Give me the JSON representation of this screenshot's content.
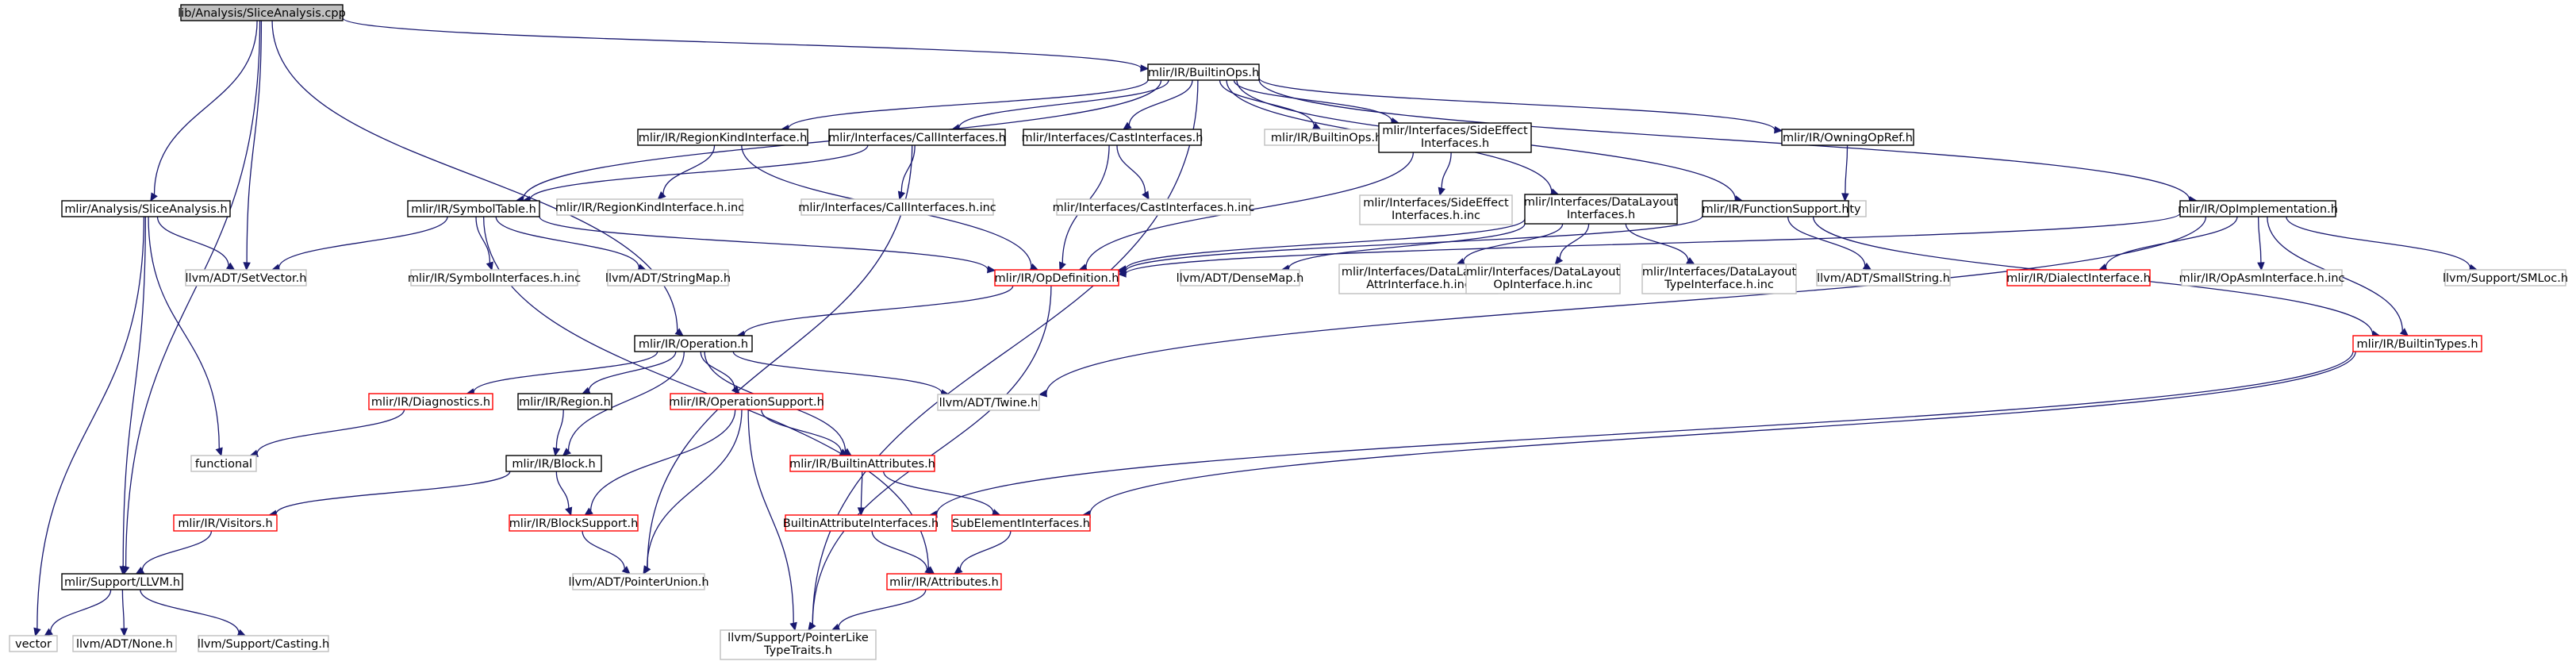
{
  "colors": {
    "edge": "#191970",
    "background": "#ffffff",
    "root_fill": "#bfbfbf",
    "documented_border": "#000000",
    "external_border": "#bfbfbf",
    "incomplete_border": "#ff0000",
    "text": "#000000"
  },
  "graph": {
    "nodes": [
      {
        "id": "root",
        "label": "lib/Analysis/SliceAnalysis.cpp",
        "kind": "root"
      },
      {
        "id": "builtinops",
        "label": "mlir/IR/BuiltinOps.h",
        "kind": "documented"
      },
      {
        "id": "slice_h",
        "label": "mlir/Analysis/SliceAnalysis.h",
        "kind": "documented"
      },
      {
        "id": "regionkind",
        "label": "mlir/IR/RegionKindInterface.h",
        "kind": "documented"
      },
      {
        "id": "callif",
        "label": "mlir/Interfaces/CallInterfaces.h",
        "kind": "documented"
      },
      {
        "id": "castif",
        "label": "mlir/Interfaces/CastInterfaces.h",
        "kind": "documented"
      },
      {
        "id": "builtinops_inc",
        "label": "mlir/IR/BuiltinOps.h.inc",
        "kind": "external"
      },
      {
        "id": "sideeffect",
        "label": "mlir/Interfaces/SideEffect",
        "label2": "Interfaces.h",
        "kind": "documented"
      },
      {
        "id": "owningopref",
        "label": "mlir/IR/OwningOpRef.h",
        "kind": "documented"
      },
      {
        "id": "regionkind_inc",
        "label": "mlir/IR/RegionKindInterface.h.inc",
        "kind": "external"
      },
      {
        "id": "callif_inc",
        "label": "mlir/Interfaces/CallInterfaces.h.inc",
        "kind": "external"
      },
      {
        "id": "castif_inc",
        "label": "mlir/Interfaces/CastInterfaces.h.inc",
        "kind": "external"
      },
      {
        "id": "sideeffect_inc",
        "label": "mlir/Interfaces/SideEffect",
        "label2": "Interfaces.h.inc",
        "kind": "external"
      },
      {
        "id": "utility",
        "label": "utility",
        "kind": "external"
      },
      {
        "id": "symboltable",
        "label": "mlir/IR/SymbolTable.h",
        "kind": "documented"
      },
      {
        "id": "datalayout",
        "label": "mlir/Interfaces/DataLayout",
        "label2": "Interfaces.h",
        "kind": "documented"
      },
      {
        "id": "funcsupport",
        "label": "mlir/IR/FunctionSupport.h",
        "kind": "documented"
      },
      {
        "id": "opimpl",
        "label": "mlir/IR/OpImplementation.h",
        "kind": "documented"
      },
      {
        "id": "setvector",
        "label": "llvm/ADT/SetVector.h",
        "kind": "external"
      },
      {
        "id": "symif_inc",
        "label": "mlir/IR/SymbolInterfaces.h.inc",
        "kind": "external"
      },
      {
        "id": "stringmap",
        "label": "llvm/ADT/StringMap.h",
        "kind": "external"
      },
      {
        "id": "opdef",
        "label": "mlir/IR/OpDefinition.h",
        "kind": "incomplete"
      },
      {
        "id": "densemap",
        "label": "llvm/ADT/DenseMap.h",
        "kind": "external"
      },
      {
        "id": "dlattr_inc",
        "label": "mlir/Interfaces/DataLayout",
        "label2": "AttrInterface.h.inc",
        "kind": "external"
      },
      {
        "id": "dlop_inc",
        "label": "mlir/Interfaces/DataLayout",
        "label2": "OpInterface.h.inc",
        "kind": "external"
      },
      {
        "id": "dltype_inc",
        "label": "mlir/Interfaces/DataLayout",
        "label2": "TypeInterface.h.inc",
        "kind": "external"
      },
      {
        "id": "smallstring",
        "label": "llvm/ADT/SmallString.h",
        "kind": "external"
      },
      {
        "id": "dialectif",
        "label": "mlir/IR/DialectInterface.h",
        "kind": "incomplete"
      },
      {
        "id": "opasmif_inc",
        "label": "mlir/IR/OpAsmInterface.h.inc",
        "kind": "external"
      },
      {
        "id": "smloc",
        "label": "llvm/Support/SMLoc.h",
        "kind": "external"
      },
      {
        "id": "operation",
        "label": "mlir/IR/Operation.h",
        "kind": "documented"
      },
      {
        "id": "builtintypes",
        "label": "mlir/IR/BuiltinTypes.h",
        "kind": "incomplete"
      },
      {
        "id": "diagnostics",
        "label": "mlir/IR/Diagnostics.h",
        "kind": "incomplete"
      },
      {
        "id": "region",
        "label": "mlir/IR/Region.h",
        "kind": "documented"
      },
      {
        "id": "opsupport",
        "label": "mlir/IR/OperationSupport.h",
        "kind": "incomplete"
      },
      {
        "id": "twine",
        "label": "llvm/ADT/Twine.h",
        "kind": "external"
      },
      {
        "id": "functional",
        "label": "functional",
        "kind": "external"
      },
      {
        "id": "block",
        "label": "mlir/IR/Block.h",
        "kind": "documented"
      },
      {
        "id": "builtinattrs",
        "label": "mlir/IR/BuiltinAttributes.h",
        "kind": "incomplete"
      },
      {
        "id": "visitors",
        "label": "mlir/IR/Visitors.h",
        "kind": "incomplete"
      },
      {
        "id": "blocksupport",
        "label": "mlir/IR/BlockSupport.h",
        "kind": "incomplete"
      },
      {
        "id": "builtinattrif",
        "label": "BuiltinAttributeInterfaces.h",
        "kind": "incomplete"
      },
      {
        "id": "subelemif",
        "label": "SubElementInterfaces.h",
        "kind": "incomplete"
      },
      {
        "id": "llvm_h",
        "label": "mlir/Support/LLVM.h",
        "kind": "documented"
      },
      {
        "id": "pointerunion",
        "label": "llvm/ADT/PointerUnion.h",
        "kind": "external"
      },
      {
        "id": "attributes",
        "label": "mlir/IR/Attributes.h",
        "kind": "incomplete"
      },
      {
        "id": "vector",
        "label": "vector",
        "kind": "external"
      },
      {
        "id": "none",
        "label": "llvm/ADT/None.h",
        "kind": "external"
      },
      {
        "id": "casting",
        "label": "llvm/Support/Casting.h",
        "kind": "external"
      },
      {
        "id": "pointerlike",
        "label": "llvm/Support/PointerLike",
        "label2": "TypeTraits.h",
        "kind": "external"
      }
    ],
    "edges": [
      [
        "root",
        "builtinops"
      ],
      [
        "root",
        "slice_h"
      ],
      [
        "root",
        "setvector"
      ],
      [
        "root",
        "operation"
      ],
      [
        "root",
        "llvm_h"
      ],
      [
        "builtinops",
        "regionkind"
      ],
      [
        "builtinops",
        "callif"
      ],
      [
        "builtinops",
        "castif"
      ],
      [
        "builtinops",
        "builtinops_inc"
      ],
      [
        "builtinops",
        "sideeffect"
      ],
      [
        "builtinops",
        "owningopref"
      ],
      [
        "builtinops",
        "symboltable"
      ],
      [
        "builtinops",
        "datalayout"
      ],
      [
        "builtinops",
        "funcsupport"
      ],
      [
        "builtinops",
        "opimpl"
      ],
      [
        "builtinops",
        "pointerlike"
      ],
      [
        "regionkind",
        "regionkind_inc"
      ],
      [
        "regionkind",
        "opdef"
      ],
      [
        "callif",
        "callif_inc"
      ],
      [
        "callif",
        "symboltable"
      ],
      [
        "callif",
        "pointerunion"
      ],
      [
        "castif",
        "castif_inc"
      ],
      [
        "castif",
        "opdef"
      ],
      [
        "sideeffect",
        "sideeffect_inc"
      ],
      [
        "sideeffect",
        "opdef"
      ],
      [
        "owningopref",
        "utility"
      ],
      [
        "slice_h",
        "setvector"
      ],
      [
        "slice_h",
        "functional"
      ],
      [
        "slice_h",
        "vector"
      ],
      [
        "slice_h",
        "llvm_h"
      ],
      [
        "symboltable",
        "setvector"
      ],
      [
        "symboltable",
        "symif_inc"
      ],
      [
        "symboltable",
        "stringmap"
      ],
      [
        "symboltable",
        "opdef"
      ],
      [
        "symboltable",
        "attributes"
      ],
      [
        "datalayout",
        "opdef"
      ],
      [
        "datalayout",
        "densemap"
      ],
      [
        "datalayout",
        "dlattr_inc"
      ],
      [
        "datalayout",
        "dlop_inc"
      ],
      [
        "datalayout",
        "dltype_inc"
      ],
      [
        "funcsupport",
        "opdef"
      ],
      [
        "funcsupport",
        "smallstring"
      ],
      [
        "funcsupport",
        "builtintypes"
      ],
      [
        "opimpl",
        "opdef"
      ],
      [
        "opimpl",
        "dialectif"
      ],
      [
        "opimpl",
        "opasmif_inc"
      ],
      [
        "opimpl",
        "smloc"
      ],
      [
        "opimpl",
        "builtintypes"
      ],
      [
        "opimpl",
        "twine"
      ],
      [
        "opdef",
        "operation"
      ],
      [
        "opdef",
        "pointerlike"
      ],
      [
        "operation",
        "diagnostics"
      ],
      [
        "operation",
        "region"
      ],
      [
        "operation",
        "block"
      ],
      [
        "operation",
        "opsupport"
      ],
      [
        "operation",
        "builtinattrs"
      ],
      [
        "operation",
        "twine"
      ],
      [
        "diagnostics",
        "functional"
      ],
      [
        "region",
        "block"
      ],
      [
        "block",
        "visitors"
      ],
      [
        "block",
        "blocksupport"
      ],
      [
        "opsupport",
        "blocksupport"
      ],
      [
        "opsupport",
        "builtinattrs"
      ],
      [
        "opsupport",
        "pointerunion"
      ],
      [
        "opsupport",
        "pointerlike"
      ],
      [
        "builtinattrs",
        "builtinattrif"
      ],
      [
        "builtinattrs",
        "subelemif"
      ],
      [
        "builtintypes",
        "builtinattrif"
      ],
      [
        "builtintypes",
        "subelemif"
      ],
      [
        "builtinattrif",
        "attributes"
      ],
      [
        "subelemif",
        "attributes"
      ],
      [
        "visitors",
        "llvm_h"
      ],
      [
        "blocksupport",
        "pointerunion"
      ],
      [
        "attributes",
        "pointerlike"
      ],
      [
        "llvm_h",
        "vector"
      ],
      [
        "llvm_h",
        "none"
      ],
      [
        "llvm_h",
        "casting"
      ]
    ]
  }
}
